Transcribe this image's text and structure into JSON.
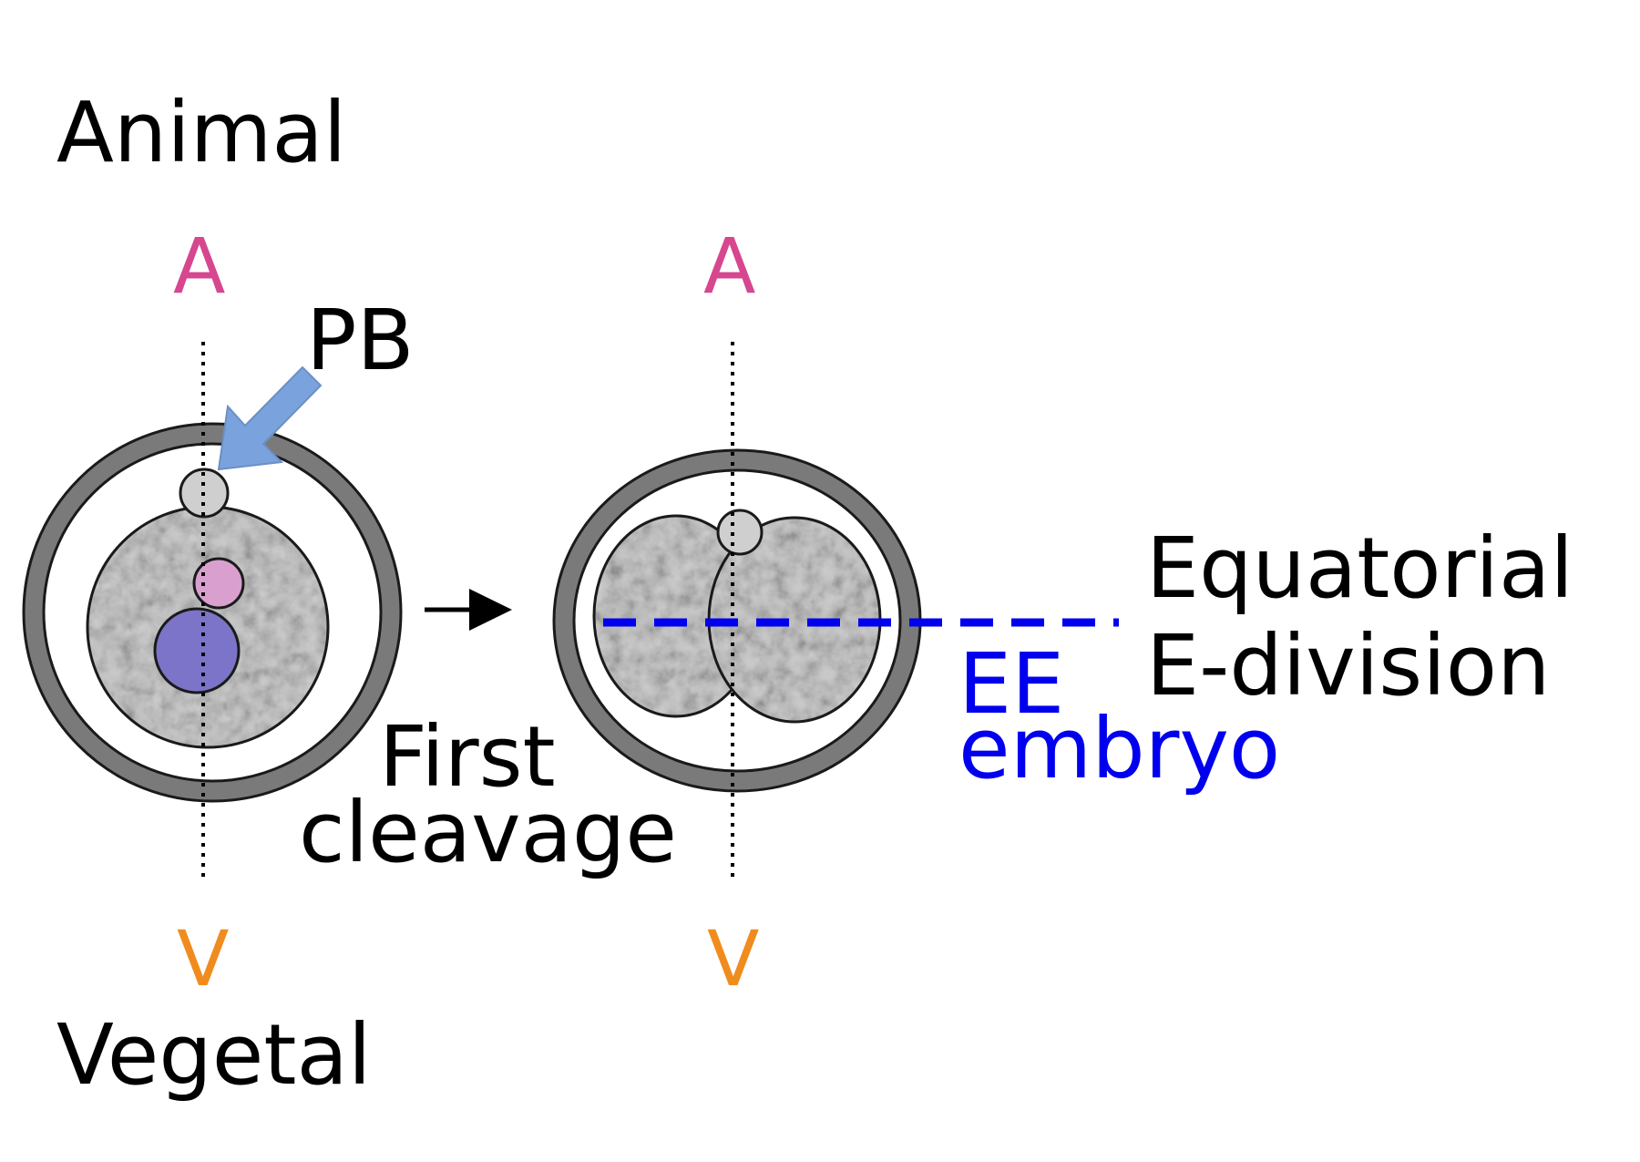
{
  "labels": {
    "animal": "Animal",
    "vegetal": "Vegetal",
    "pb": "PB",
    "first_cleavage_line1": "First",
    "first_cleavage_line2": "cleavage",
    "equatorial": "Equatorial",
    "e_division": "E-division",
    "ee": "EE",
    "embryo": "embryo",
    "a_left": "A",
    "a_right": "A",
    "v_left": "V",
    "v_right": "V"
  },
  "colors": {
    "animal_pole": "#d6478f",
    "vegetal_pole": "#f08c1e",
    "ee_blue": "#0000ee",
    "arrow_blue": "#7aa3de",
    "zona_gray": "#7a7a7a",
    "pronucleus_pink": "#d9a0cf",
    "pronucleus_purple": "#7b74c8"
  },
  "icons": {
    "pb_pointer": "arrow-icon",
    "progression": "right-arrow-icon"
  }
}
